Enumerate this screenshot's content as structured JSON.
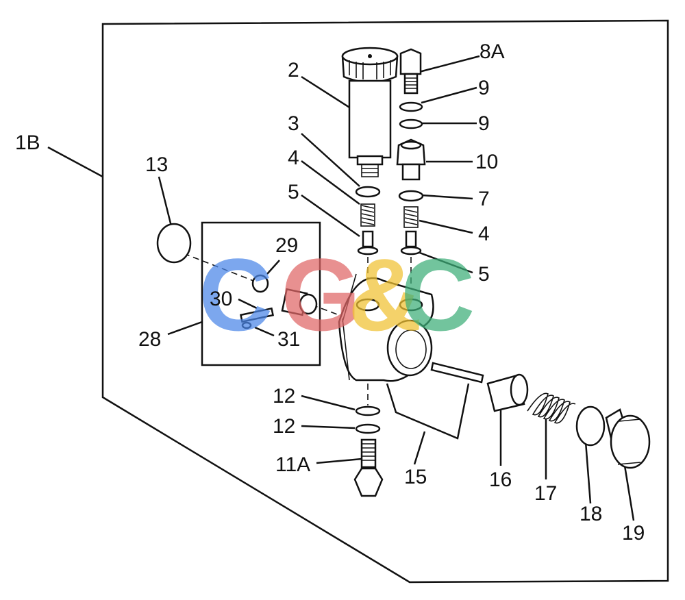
{
  "labels": {
    "l_1B": "1B",
    "l_2": "2",
    "l_3": "3",
    "l_4a": "4",
    "l_5a": "5",
    "l_8A": "8A",
    "l_9a": "9",
    "l_9b": "9",
    "l_10": "10",
    "l_7": "7",
    "l_4b": "4",
    "l_5b": "5",
    "l_13": "13",
    "l_29": "29",
    "l_30": "30",
    "l_31": "31",
    "l_28": "28",
    "l_12a": "12",
    "l_12b": "12",
    "l_11A": "11A",
    "l_15": "15",
    "l_16": "16",
    "l_17": "17",
    "l_18": "18",
    "l_19": "19"
  },
  "watermark": {
    "letters": [
      "C",
      "G",
      "&",
      "C"
    ],
    "colors": [
      "#4a86e8",
      "#e06666",
      "#f1c232",
      "#3cae78"
    ]
  }
}
